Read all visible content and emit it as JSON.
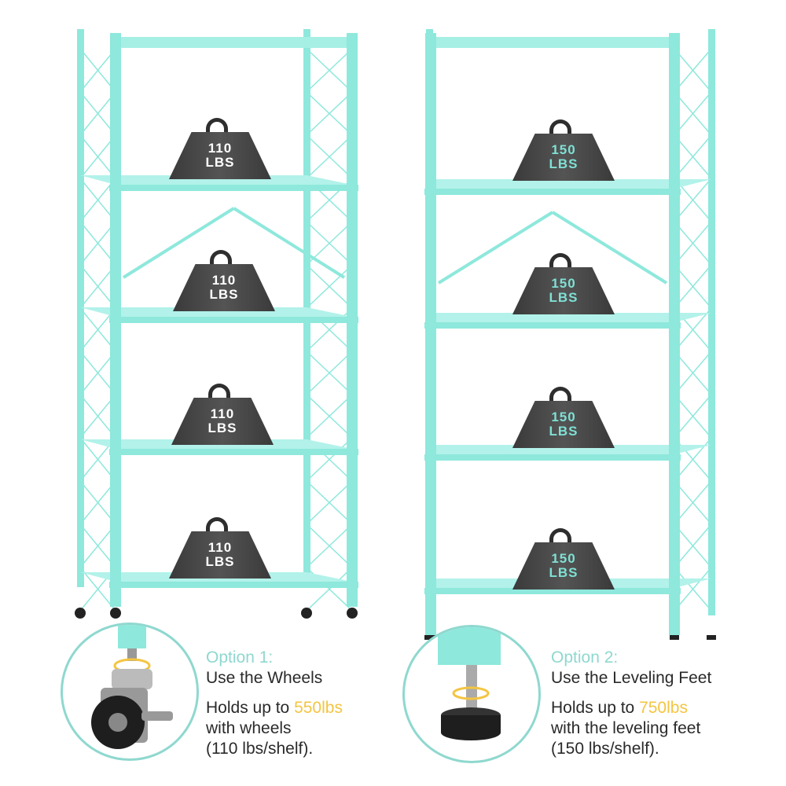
{
  "colors": {
    "frame": "#8ee8dc",
    "accent_text": "#8fd8cf",
    "highlight": "#f4c542",
    "weight": "#444444"
  },
  "left_rack": {
    "weights": [
      {
        "num": "110",
        "unit": "LBS"
      },
      {
        "num": "110",
        "unit": "LBS"
      },
      {
        "num": "110",
        "unit": "LBS"
      },
      {
        "num": "110",
        "unit": "LBS"
      }
    ]
  },
  "right_rack": {
    "weights": [
      {
        "num": "150",
        "unit": "LBS"
      },
      {
        "num": "150",
        "unit": "LBS"
      },
      {
        "num": "150",
        "unit": "LBS"
      },
      {
        "num": "150",
        "unit": "LBS"
      }
    ]
  },
  "option1": {
    "label": "Option 1:",
    "title": "Use the Wheels",
    "line1_pre": "Holds up to ",
    "line1_hl": "550lbs",
    "line2": "with wheels",
    "line3": "(110 lbs/shelf)."
  },
  "option2": {
    "label": "Option 2:",
    "title": "Use the Leveling Feet",
    "line1_pre": "Holds up to ",
    "line1_hl": "750lbs",
    "line2": "with the leveling feet",
    "line3": "(150 lbs/shelf)."
  }
}
